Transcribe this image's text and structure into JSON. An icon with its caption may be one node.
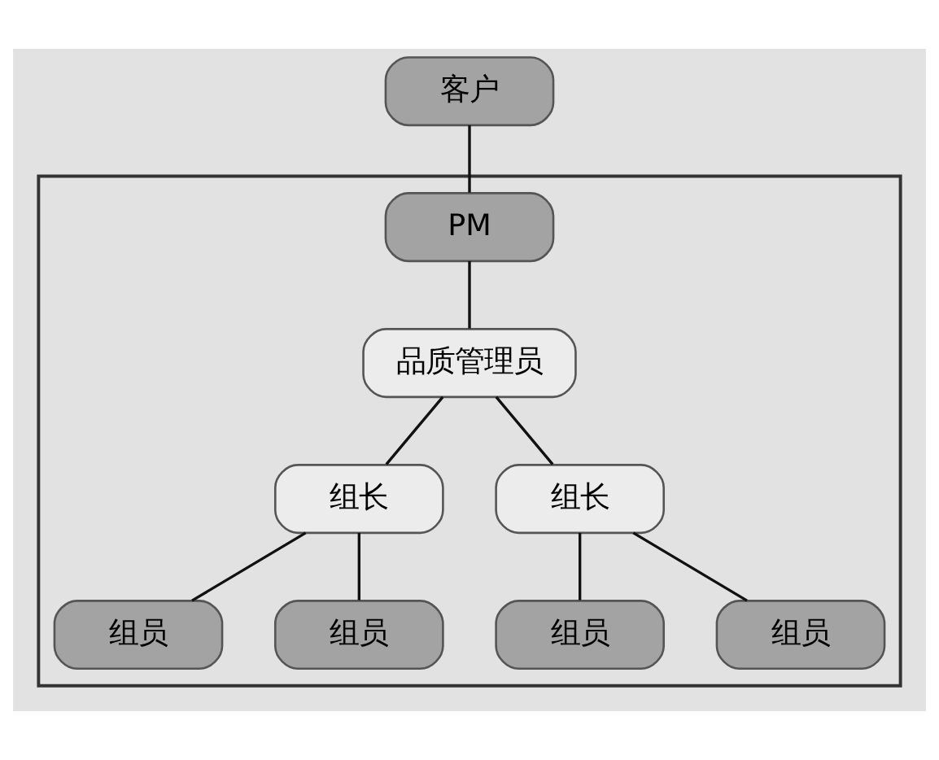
{
  "diagram": {
    "nodes": [
      {
        "text": [
          "客户"
        ]
      },
      {
        "text": [],
        "shape": "pentagon"
      },
      {
        "text": [
          "PM"
        ],
        "in": 1
      },
      {
        "text": [
          "品质管理员"
        ],
        "in": 1
      },
      {
        "text": [
          "组长"
        ],
        "in": 1
      },
      {
        "text": [
          "组长"
        ],
        "in": 1
      },
      {
        "text": [
          "组员"
        ],
        "in": 1
      },
      {
        "text": [
          "组员"
        ],
        "in": 1
      },
      {
        "text": [
          "组员"
        ],
        "in": 1
      },
      {
        "text": [
          "组员"
        ],
        "in": 1
      }
    ],
    "edges": [
      {
        "from": 0,
        "to": 2,
        "arrow": "none"
      },
      {
        "from": 2,
        "to": 3,
        "arrow": "none"
      },
      {
        "from": 3,
        "to": 4,
        "arrow": "none"
      },
      {
        "from": 3,
        "to": 5,
        "arrow": "none"
      },
      {
        "from": 4,
        "to": 6,
        "arrow": "none"
      },
      {
        "from": 4,
        "to": 7,
        "arrow": "none"
      },
      {
        "from": 5,
        "to": 8,
        "arrow": "none"
      },
      {
        "from": 5,
        "to": 9,
        "arrow": "none"
      }
    ]
  }
}
